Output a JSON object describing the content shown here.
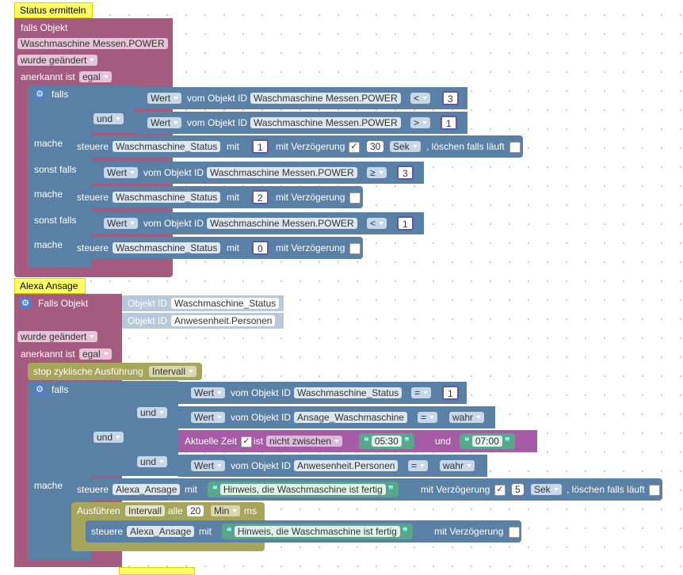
{
  "script1": {
    "hat": "Status ermitteln",
    "falls_objekt": "falls Objekt",
    "object_id": "Waschmaschine Messen.POWER",
    "wurde_geaendert": "wurde geändert",
    "anerkannt_ist": "anerkannt ist",
    "egal": "egal",
    "if_label": "falls",
    "und": "und",
    "mache": "mache",
    "sonst_falls": "sonst falls",
    "wert": "Wert",
    "vom_objekt_id": "vom Objekt ID",
    "cond1": {
      "op": "<",
      "value": "3"
    },
    "cond2": {
      "op": ">",
      "value": "1"
    },
    "steuere": "steuere",
    "status_obj": "Waschmaschine_Status",
    "mit": "mit",
    "mit_verzoegerung": "mit Verzögerung",
    "set1": {
      "value": "1",
      "delay": "30",
      "unit": "Sek",
      "clear": ", löschen falls läuft"
    },
    "cond3": {
      "op": "≥",
      "value": "3"
    },
    "set2": {
      "value": "2"
    },
    "cond4": {
      "op": "<",
      "value": "1"
    },
    "set3": {
      "value": "0"
    }
  },
  "script2": {
    "hat": "Alexa Ansage",
    "falls_objekt": "Falls Objekt",
    "objekt_id_label": "Objekt ID",
    "obj1": "Waschmaschine_Status",
    "obj2": "Anwesenheit.Personen",
    "wurde_geaendert": "wurde geändert",
    "anerkannt_ist": "anerkannt ist",
    "egal": "egal",
    "stop": "stop zyklische Ausführung",
    "intervall": "Intervall",
    "if_label": "falls",
    "und": "und",
    "mache": "mache",
    "wert": "Wert",
    "vom_objekt_id": "vom Objekt ID",
    "c1": {
      "obj": "Waschmaschine_Status",
      "op": "=",
      "value": "1"
    },
    "c2": {
      "obj": "Ansage_Waschmaschine",
      "op": "=",
      "value": "wahr"
    },
    "c3": {
      "label": "Aktuelle Zeit",
      "ist": "ist",
      "mode": "nicht zwischen",
      "from": "05:30",
      "und": "und",
      "to": "07:00"
    },
    "c4": {
      "obj": "Anwesenheit.Personen",
      "op": "=",
      "value": "wahr"
    },
    "steuere": "steuere",
    "alexa_obj": "Alexa_Ansage",
    "mit": "mit",
    "message": "Hinweis, die Waschmaschine ist fertig",
    "mit_verzoegerung": "mit Verzögerung",
    "delay": "5",
    "unit": "Sek",
    "clear": ", löschen falls läuft",
    "ausfuehren": "Ausführen",
    "alle": "alle",
    "interval_value": "20",
    "interval_unit": "Min",
    "ms": "ms"
  },
  "colors": {
    "logic": "#5b80a5",
    "trigger": "#a55b80",
    "time": "#a55ba5",
    "timer": "#a5a55b",
    "text": "#5ba58c",
    "comment": "#ffff66"
  }
}
